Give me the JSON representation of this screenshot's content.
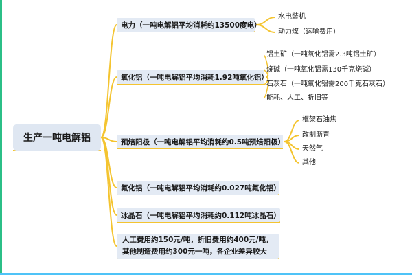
{
  "root": {
    "label": "生产一吨电解铝"
  },
  "branches": [
    {
      "label": "电力（一吨电解铝平均消耗约13500度电）",
      "leaves": [
        "水电装机",
        "动力煤（运输费用）"
      ]
    },
    {
      "label": "氧化铝（一吨电解铝平均消耗1.92吨氧化铝）",
      "leaves": [
        "铝土矿（一吨氧化铝需2.3吨铝土矿）",
        "烧碱（一吨氧化铝需130千克烧碱）",
        "石灰石（一吨氧化铝需200千克石灰石）",
        "能耗、人工、折旧等"
      ]
    },
    {
      "label": "预焙阳极（一吨电解铝平均消耗约0.5吨预焙阳极）",
      "leaves": [
        "框架石油焦",
        "改制沥青",
        "天然气",
        "其他"
      ]
    },
    {
      "label": "氟化铝（一吨电解铝平均消耗约0.027吨氟化铝）",
      "leaves": []
    },
    {
      "label": "冰晶石（一吨电解铝平均消耗约0.112吨冰晶石）",
      "leaves": []
    },
    {
      "label": "人工费用约150元/吨，折旧费用约400元/吨，其他制造费用约300元一吨，各企业差异较大",
      "leaves": []
    }
  ],
  "colors": {
    "connector": "#f4c430",
    "node_fill": "#e3eaf4",
    "root_fill": "#dfe7f2",
    "left_accent": "#2bbf87",
    "bottom_accent": "#4fc3f7"
  }
}
